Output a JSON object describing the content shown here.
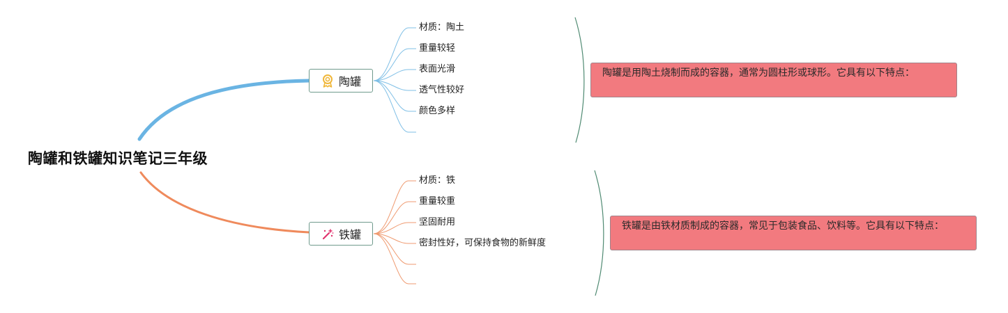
{
  "root": {
    "title": "陶罐和铁罐知识笔记三年级"
  },
  "branches": [
    {
      "label": "陶罐",
      "icon": "award-ribbon-icon",
      "color": "#6ab4e3",
      "items": [
        "材质：陶土",
        "重量较轻",
        "表面光滑",
        "透气性较好",
        "颜色多样"
      ],
      "summary": "陶罐是用陶土烧制而成的容器，通常为圆柱形或球形。它具有以下特点：",
      "summary_color": "#f27a7f"
    },
    {
      "label": "铁罐",
      "icon": "magic-wand-icon",
      "color": "#ef8a5c",
      "items": [
        "材质：铁",
        "重量较重",
        "坚固耐用",
        "密封性好，可保持食物的新鲜度"
      ],
      "summary": "铁罐是由铁材质制成的容器，常见于包装食品、饮料等。它具有以下特点：",
      "summary_color": "#f27a7f"
    }
  ],
  "bracket_color": "#4f8a72"
}
